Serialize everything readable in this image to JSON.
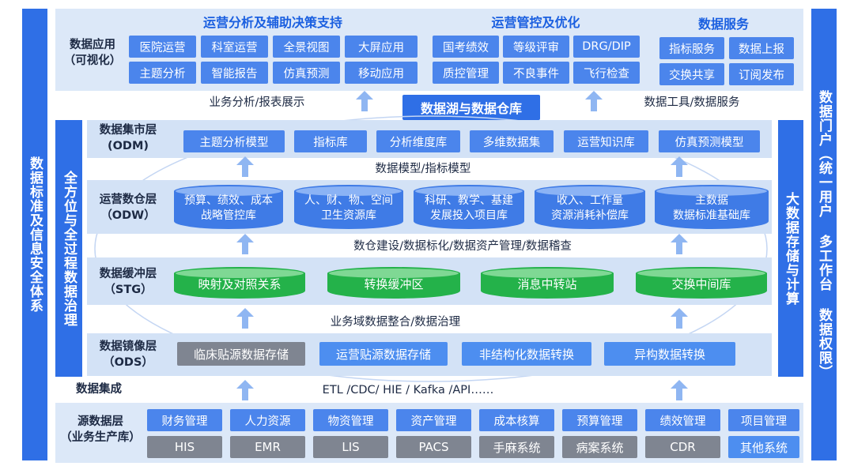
{
  "colors": {
    "accent": "#2f6fe6",
    "button": "#4b85ec",
    "green": "#24b24a",
    "gray": "#7f8591",
    "band": "#dce8f8"
  },
  "left_pillar": "数据标准及信息安全体系",
  "governance_pillar": "全方位与全过程数据治理",
  "storage_pillar": "大数据存储与计算",
  "right_pillar": "数据门户（统一用户 多工作台 数据权限）",
  "app_layer": {
    "label": "数据应用\n（可视化）",
    "sections": [
      {
        "title": "运营分析及辅助决策支持",
        "items": [
          "医院运营",
          "科室运营",
          "全景视图",
          "大屏应用",
          "主题分析",
          "智能报告",
          "仿真预测",
          "移动应用"
        ]
      },
      {
        "title": "运营管控及优化",
        "items": [
          "国考绩效",
          "等级评审",
          "DRG/DIP",
          "质控管理",
          "不良事件",
          "飞行检查"
        ]
      },
      {
        "title": "数据服务",
        "items": [
          "指标服务",
          "数据上报",
          "交换共享",
          "订阅发布"
        ]
      }
    ]
  },
  "connector": {
    "left": "业务分析/报表展示",
    "center": "数据湖与数据仓库",
    "right": "数据工具/数据服务"
  },
  "odm": {
    "label": "数据集市层\n(ODM)",
    "items": [
      "主题分析模型",
      "指标库",
      "分析维度库",
      "多维数据集",
      "运营知识库",
      "仿真预测模型"
    ],
    "caption": "数据模型/指标模型"
  },
  "odw": {
    "label": "运营数仓层\n（ODW）",
    "items": [
      "预算、绩效、成本\n战略管控库",
      "人、财、物、空间\n卫生资源库",
      "科研、教学、基建\n发展投入项目库",
      "收入、工作量\n资源消耗补偿库",
      "主数据\n数据标准基础库"
    ],
    "caption": "数仓建设/数据标化/数据资产管理/数据稽查"
  },
  "stg": {
    "label": "数据缓冲层\n（STG）",
    "items": [
      "映射及对照关系",
      "转换缓冲区",
      "消息中转站",
      "交换中间库"
    ],
    "caption": "业务域数据整合/数据治理"
  },
  "ods": {
    "label": "数据镜像层\n（ODS）",
    "items": [
      "临床贴源数据存储",
      "运营贴源数据存储",
      "非结构化数据转换",
      "异构数据转换"
    ]
  },
  "integration": {
    "label": "数据集成",
    "caption": "ETL /CDC/ HIE / Kafka /API……"
  },
  "source": {
    "label": "源数据层\n（业务生产库）",
    "top": [
      "财务管理",
      "人力资源",
      "物资管理",
      "资产管理",
      "成本核算",
      "预算管理",
      "绩效管理",
      "项目管理"
    ],
    "bottom": [
      "HIS",
      "EMR",
      "LIS",
      "PACS",
      "手麻系统",
      "病案系统",
      "CDR",
      "其他系统"
    ]
  }
}
